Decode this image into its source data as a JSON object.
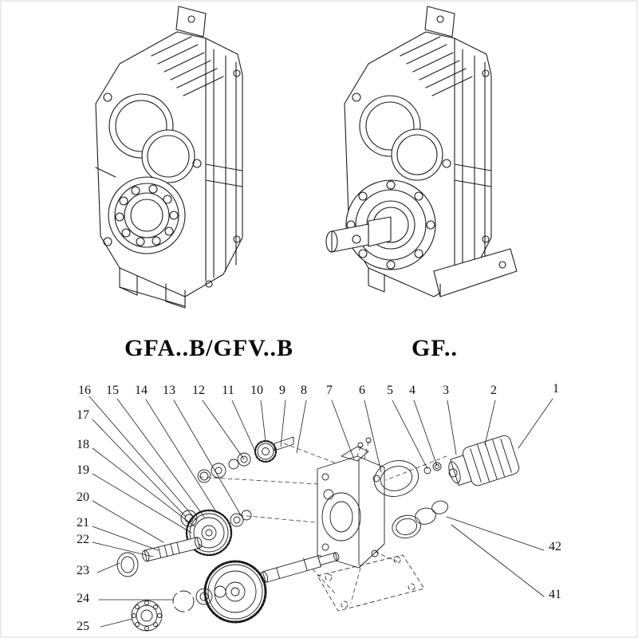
{
  "figures": {
    "left_label": "GFA..B/GFV..B",
    "right_label": "GF.."
  },
  "exploded": {
    "top": [
      "16",
      "15",
      "14",
      "13",
      "12",
      "11",
      "10",
      "9",
      "8",
      "7",
      "6",
      "5",
      "4",
      "3",
      "2",
      "1"
    ],
    "left": [
      "17",
      "18",
      "19",
      "20",
      "21",
      "22",
      "23",
      "24",
      "25"
    ],
    "right": [
      "42",
      "41"
    ]
  }
}
